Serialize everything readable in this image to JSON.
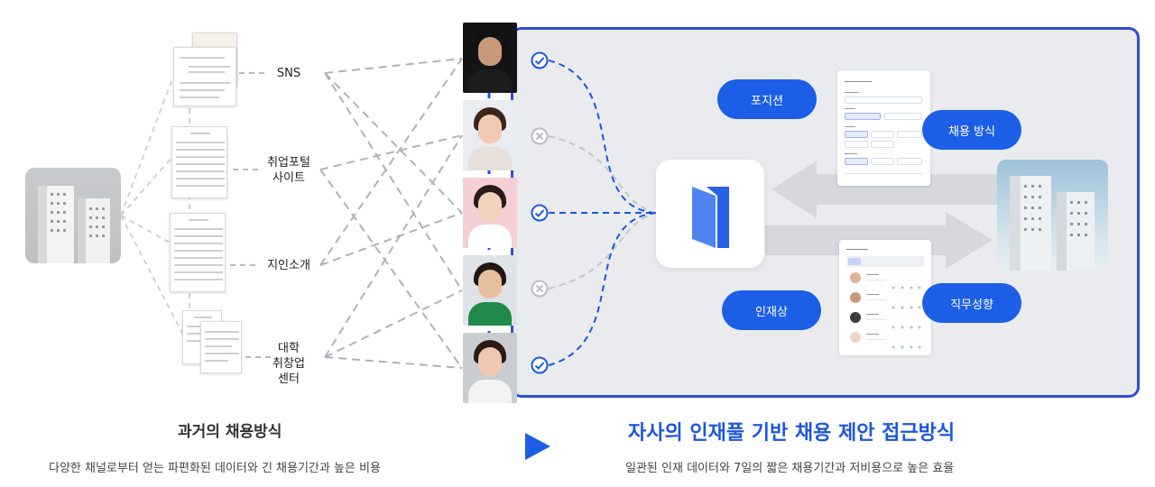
{
  "channels": {
    "sns": "SNS",
    "job_portal": [
      "취업포털",
      "사이트"
    ],
    "referral": "지인소개",
    "university": [
      "대학",
      "취창업",
      "센터"
    ]
  },
  "pills": {
    "position": "포지션",
    "hiring_method": "채용 방식",
    "ideal_talent": "인재상",
    "job_disposition": "직무성향"
  },
  "candidates": [
    {
      "status": "check"
    },
    {
      "status": "x"
    },
    {
      "status": "check"
    },
    {
      "status": "x"
    },
    {
      "status": "check"
    }
  ],
  "colors": {
    "accent": "#1c5fe6",
    "frame": "#2f4ed6",
    "check": "#1c56e0",
    "reject": "#b9bcc3",
    "dashed_gray": "#b7bac4"
  },
  "captions": {
    "left_title": "과거의 채용방식",
    "left_subtitle": "다양한 채널로부터 얻는 파편화된 데이터와 긴 채용기간과 높은 비용",
    "right_title": "자사의 인재풀 기반 채용 제안 접근방식",
    "right_subtitle": "일관된 인재 데이터와 7일의 짧은 채용기간과 저비용으로 높은 효율"
  }
}
